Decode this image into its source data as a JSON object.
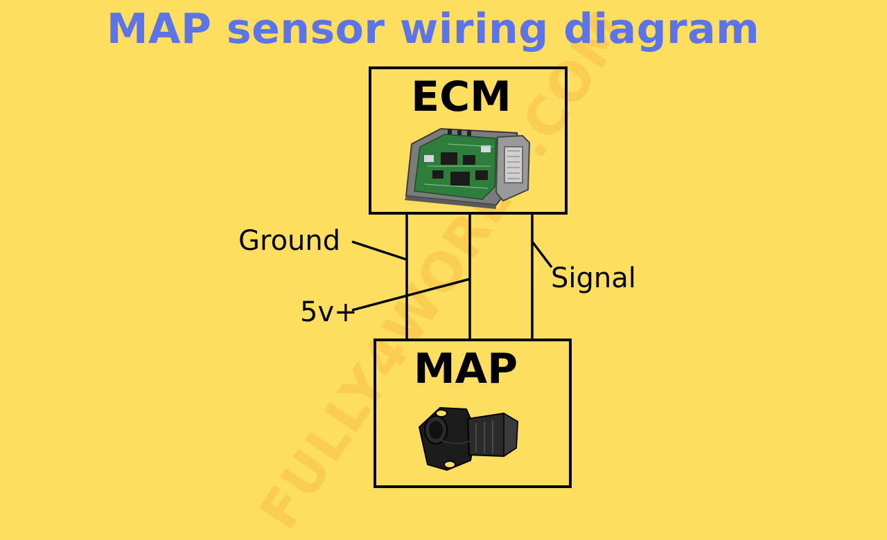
{
  "title": "MAP sensor wiring diagram",
  "components": {
    "ecm": {
      "label": "ECM"
    },
    "map": {
      "label": "MAP"
    }
  },
  "wires": {
    "ground": "Ground",
    "supply": "5v+",
    "signal": "Signal"
  },
  "watermark": "FULLY4WORLD.COM",
  "colors": {
    "background": "#fede5e",
    "title": "#5b74e8",
    "lines": "#000000",
    "watermark": "#f5be46"
  },
  "icons": {
    "ecm": "ecm-circuit-board-icon",
    "map": "map-sensor-icon"
  }
}
